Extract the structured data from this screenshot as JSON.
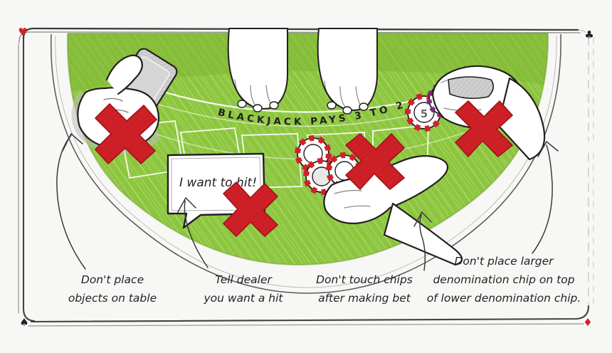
{
  "title": "Blackjack table etiquette illustration",
  "frame": {
    "background_color": "#f7f7f5",
    "line_color": "#2b2b2b",
    "corners": [
      {
        "name": "heart",
        "position": "top-left",
        "glyph": "♥",
        "color": "#d81f26"
      },
      {
        "name": "club",
        "position": "top-right",
        "glyph": "♣",
        "color": "#231f20"
      },
      {
        "name": "spade",
        "position": "bottom-left",
        "glyph": "♠",
        "color": "#231f20"
      },
      {
        "name": "diamond",
        "position": "bottom-right",
        "glyph": "♦",
        "color": "#d81f26"
      }
    ]
  },
  "table": {
    "felt_color": "#8cc63f",
    "felt_shade_color": "#7bb030",
    "felt_hatch_color": "#b4d96a",
    "layout_text": "BLACKJACK PAYS 3 TO 2",
    "betting_spots": 5
  },
  "speech_bubble": {
    "text": "I want to hit!",
    "background": "#ffffff",
    "border": "#231f20"
  },
  "chips": [
    {
      "name": "red-white-chip-5",
      "denomination": "5",
      "colors": [
        "#d4202b",
        "#ffffff"
      ]
    },
    {
      "name": "purple-white-chip",
      "denomination": "",
      "colors": [
        "#7d2b7d",
        "#ffffff"
      ]
    },
    {
      "name": "red-white-chip-stack",
      "denomination": "",
      "colors": [
        "#d4202b",
        "#ffffff"
      ]
    }
  ],
  "markers": {
    "x_color": "#cf2027",
    "x_count": 4,
    "x_label": "prohibited"
  },
  "captions": [
    {
      "id": "caption-objects",
      "lines": [
        "Don't place",
        "objects on table"
      ],
      "points_to": "hand-holding-phone"
    },
    {
      "id": "caption-tell-dealer",
      "lines": [
        "Tell dealer",
        "you want a hit"
      ],
      "points_to": "speech-bubble"
    },
    {
      "id": "caption-touch-chips",
      "lines": [
        "Don't touch chips",
        "after making bet"
      ],
      "points_to": "hand-touching-chips"
    },
    {
      "id": "caption-denomination",
      "lines": [
        "Don't place larger",
        "denomination chip on top",
        "of lower denomination chip."
      ],
      "points_to": "chip-stack-right"
    }
  ]
}
